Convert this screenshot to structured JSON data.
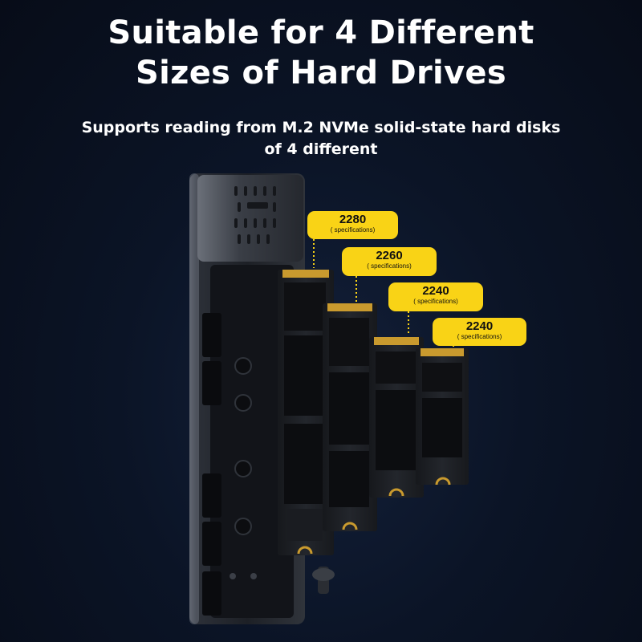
{
  "heading": {
    "line1": "Suitable for 4 Different",
    "line2": "Sizes of Hard Drives"
  },
  "subheading": {
    "line1": "Supports reading from M.2 NVMe solid-state hard disks",
    "line2": "of 4 different"
  },
  "badges": [
    {
      "size": "2280",
      "spec": "( specifications)"
    },
    {
      "size": "2260",
      "spec": "( specifications)"
    },
    {
      "size": "2240",
      "spec": "( specifications)"
    },
    {
      "size": "2240",
      "spec": "( specifications)"
    }
  ],
  "colors": {
    "badge": "#f9d316",
    "background": "#0b1426",
    "text": "#ffffff"
  }
}
